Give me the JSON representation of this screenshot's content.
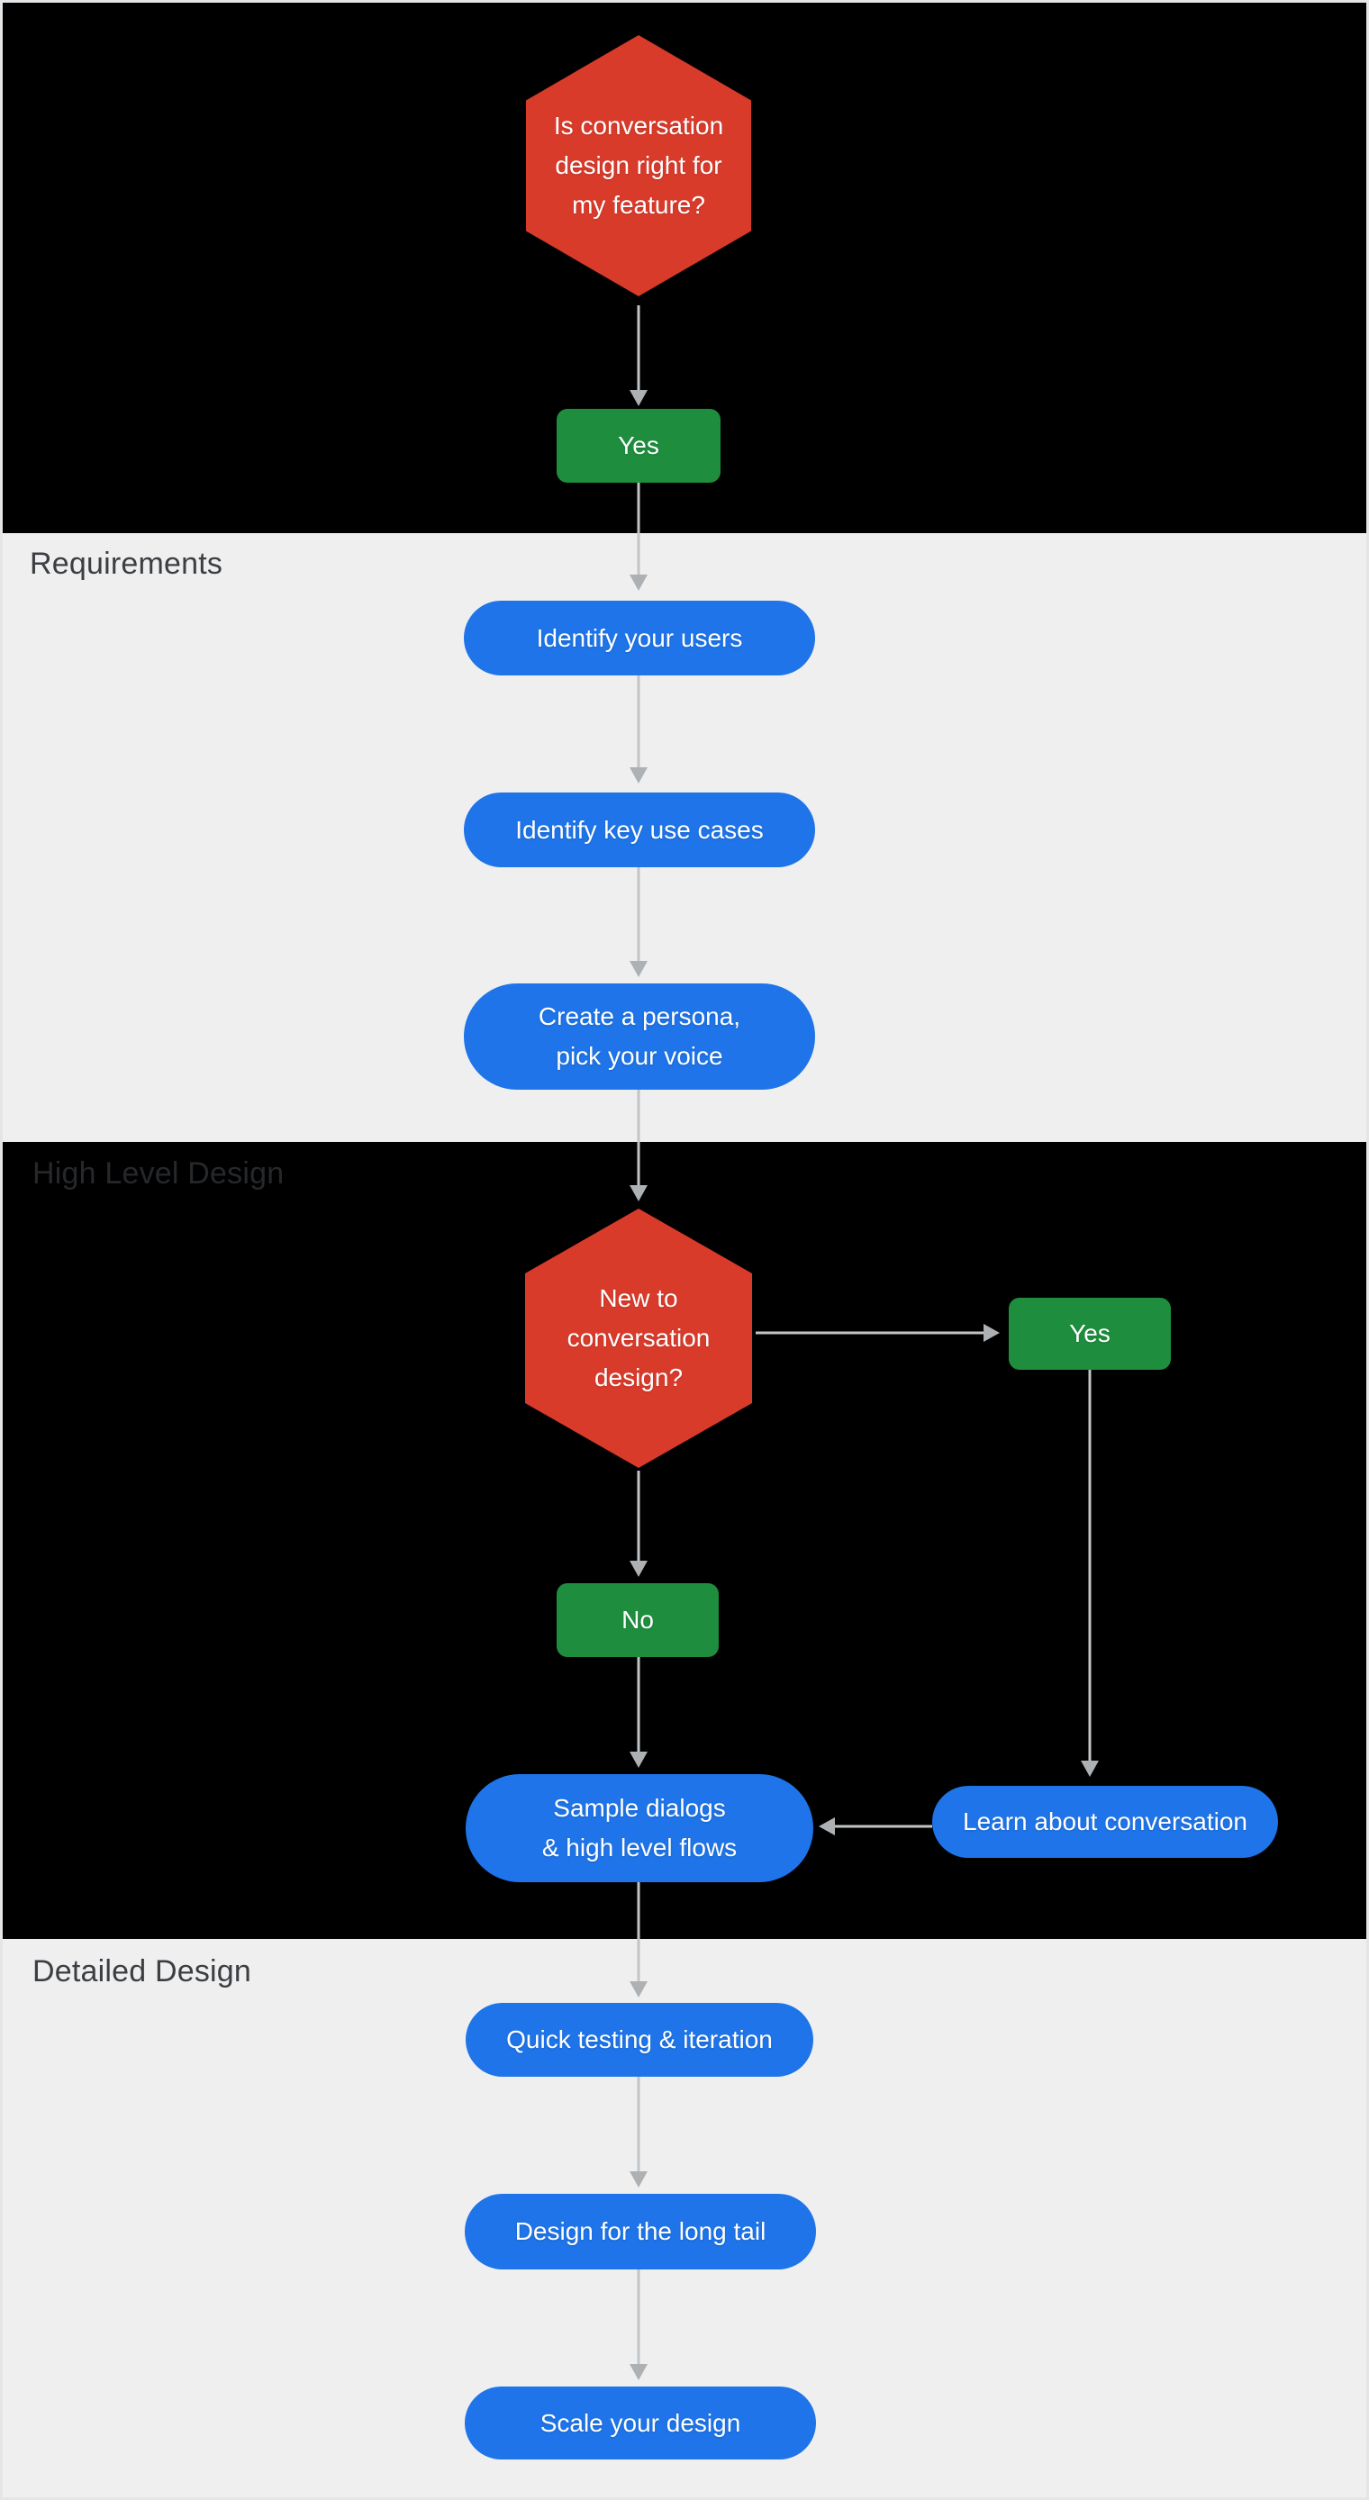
{
  "colors": {
    "decision-red": "#d93b2b",
    "answer-green": "#1e8e3e",
    "step-blue": "#1e74e8",
    "band-black": "#000000",
    "band-gray": "#efeff0",
    "label-dark": "#3b3e42",
    "label-on-black": "#26282b",
    "arrow-line": "#c2c4c6",
    "arrow-head": "#aeb1b3"
  },
  "sections": {
    "requirements": {
      "label": "Requirements"
    },
    "high_level_design": {
      "label": "High Level Design"
    },
    "detailed_design": {
      "label": "Detailed Design"
    }
  },
  "nodes": {
    "start_decision": {
      "type": "decision",
      "lines": [
        "Is conversation",
        "design right for",
        "my feature?"
      ]
    },
    "start_yes": {
      "type": "answer",
      "label": "Yes"
    },
    "identify_users": {
      "type": "step",
      "label": "Identify your users"
    },
    "identify_key_use_cases": {
      "type": "step",
      "label": "Identify key use cases"
    },
    "create_persona": {
      "type": "step",
      "lines": [
        "Create a persona,",
        "pick your voice"
      ]
    },
    "new_to_conversation_design": {
      "type": "decision",
      "lines": [
        "New to",
        "conversation",
        "design?"
      ]
    },
    "new_yes": {
      "type": "answer",
      "label": "Yes"
    },
    "new_no": {
      "type": "answer",
      "label": "No"
    },
    "sample_dialogs": {
      "type": "step",
      "lines": [
        "Sample dialogs",
        "& high level flows"
      ]
    },
    "learn_about_conversation": {
      "type": "step",
      "label": "Learn about conversation"
    },
    "quick_testing": {
      "type": "step",
      "label": "Quick testing & iteration"
    },
    "design_long_tail": {
      "type": "step",
      "label": "Design for the long tail"
    },
    "scale_your_design": {
      "type": "step",
      "label": "Scale your design"
    }
  }
}
